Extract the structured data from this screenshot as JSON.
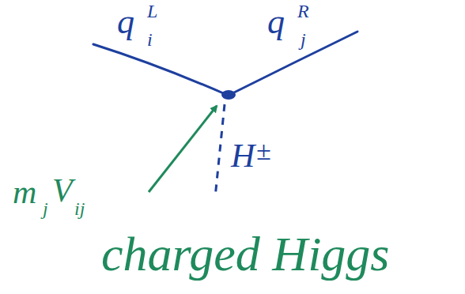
{
  "diagram": {
    "labels": [
      "q",
      "L",
      "i",
      "q",
      "R",
      "j",
      "H",
      "±",
      "m",
      "j",
      "V",
      "ij",
      "charged Higgs"
    ]
  }
}
